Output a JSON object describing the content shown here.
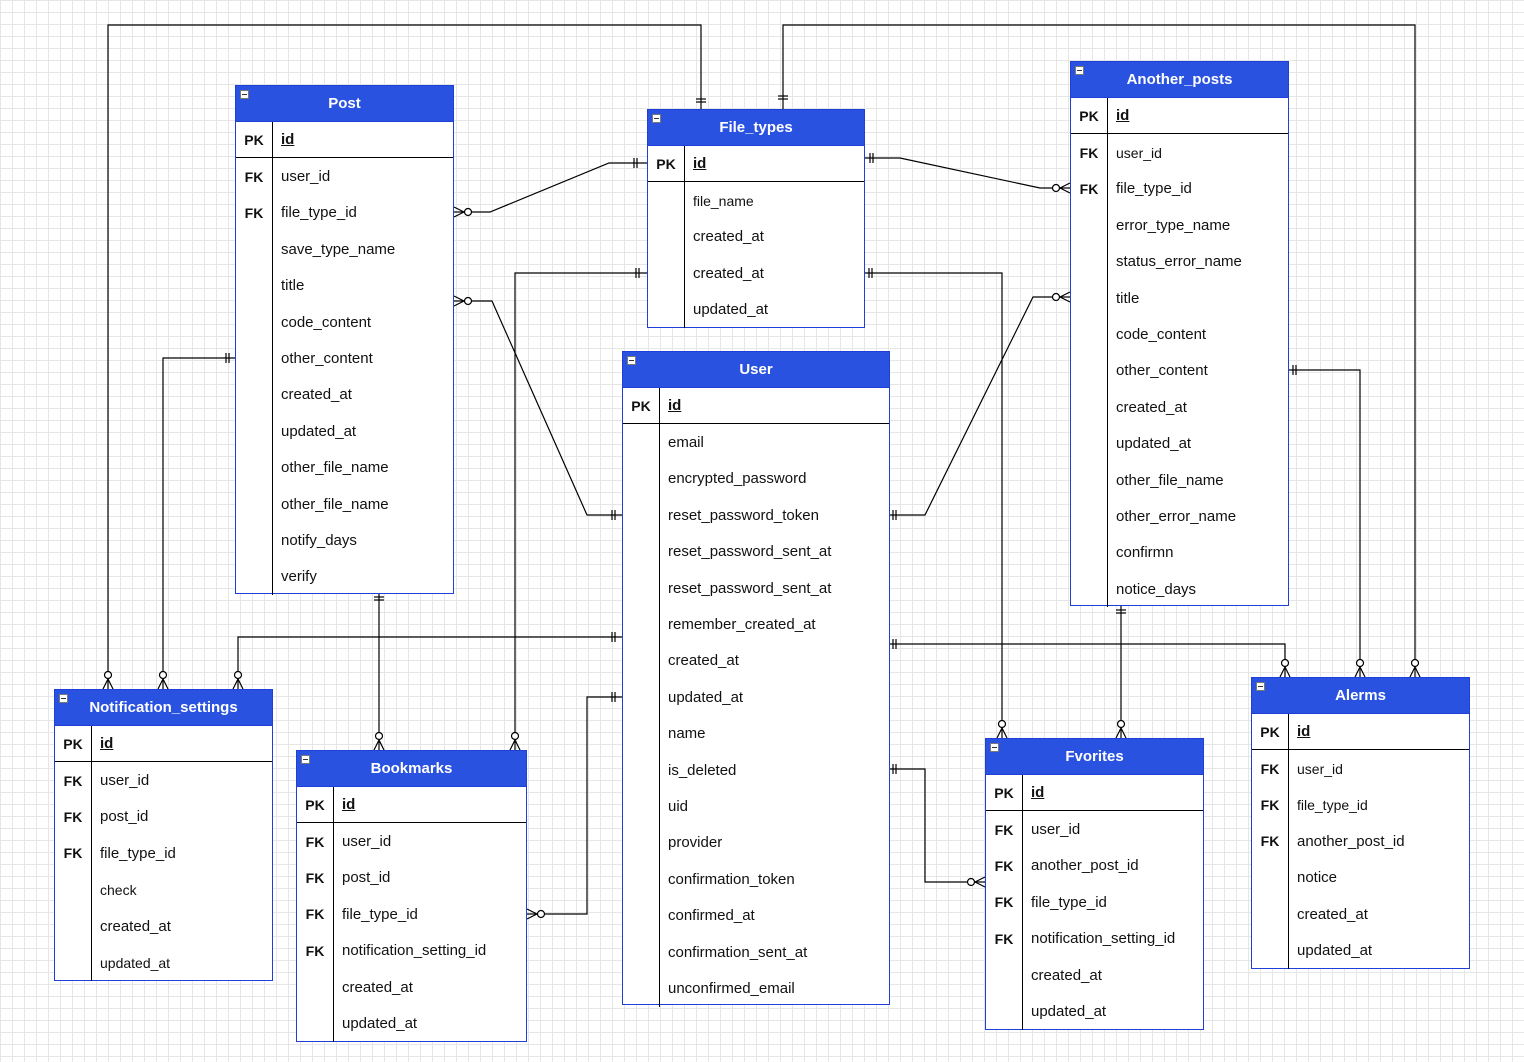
{
  "colors": {
    "header": "#2a52e0",
    "border": "#1f3fd6",
    "line": "#000000"
  },
  "entities": {
    "post": {
      "title": "Post",
      "pk": "id",
      "rows": [
        {
          "key": "FK",
          "name": "user_id"
        },
        {
          "key": "FK",
          "name": "file_type_id"
        },
        {
          "key": "",
          "name": "save_type_name"
        },
        {
          "key": "",
          "name": "title"
        },
        {
          "key": "",
          "name": "code_content"
        },
        {
          "key": "",
          "name": "other_content"
        },
        {
          "key": "",
          "name": "created_at"
        },
        {
          "key": "",
          "name": "updated_at"
        },
        {
          "key": "",
          "name": "other_file_name"
        },
        {
          "key": "",
          "name": "other_file_name"
        },
        {
          "key": "",
          "name": "notify_days"
        },
        {
          "key": "",
          "name": "verify"
        }
      ]
    },
    "file_types": {
      "title": "File_types",
      "pk": "id",
      "rows": [
        {
          "key": "",
          "name": "file_name"
        },
        {
          "key": "",
          "name": "created_at"
        },
        {
          "key": "",
          "name": "created_at"
        },
        {
          "key": "",
          "name": "updated_at"
        }
      ]
    },
    "another_posts": {
      "title": "Another_posts",
      "pk": "id",
      "rows": [
        {
          "key": "FK",
          "name": "user_id"
        },
        {
          "key": "FK",
          "name": "file_type_id"
        },
        {
          "key": "",
          "name": "error_type_name"
        },
        {
          "key": "",
          "name": "status_error_name"
        },
        {
          "key": "",
          "name": "title"
        },
        {
          "key": "",
          "name": "code_content"
        },
        {
          "key": "",
          "name": "other_content"
        },
        {
          "key": "",
          "name": "created_at"
        },
        {
          "key": "",
          "name": "updated_at"
        },
        {
          "key": "",
          "name": "other_file_name"
        },
        {
          "key": "",
          "name": "other_error_name"
        },
        {
          "key": "",
          "name": "confirmn"
        },
        {
          "key": "",
          "name": "notice_days"
        }
      ]
    },
    "user": {
      "title": "User",
      "pk": "id",
      "rows": [
        {
          "key": "",
          "name": "email"
        },
        {
          "key": "",
          "name": "encrypted_password"
        },
        {
          "key": "",
          "name": "reset_password_token"
        },
        {
          "key": "",
          "name": "reset_password_sent_at"
        },
        {
          "key": "",
          "name": "reset_password_sent_at"
        },
        {
          "key": "",
          "name": "remember_created_at"
        },
        {
          "key": "",
          "name": "created_at"
        },
        {
          "key": "",
          "name": "updated_at"
        },
        {
          "key": "",
          "name": "name"
        },
        {
          "key": "",
          "name": "is_deleted"
        },
        {
          "key": "",
          "name": "uid"
        },
        {
          "key": "",
          "name": "provider"
        },
        {
          "key": "",
          "name": "confirmation_token"
        },
        {
          "key": "",
          "name": "confirmed_at"
        },
        {
          "key": "",
          "name": "confirmation_sent_at"
        },
        {
          "key": "",
          "name": "unconfirmed_email"
        }
      ]
    },
    "notification_settings": {
      "title": "Notification_settings",
      "pk": "id",
      "rows": [
        {
          "key": "FK",
          "name": "user_id"
        },
        {
          "key": "FK",
          "name": "post_id"
        },
        {
          "key": "FK",
          "name": "file_type_id"
        },
        {
          "key": "",
          "name": "check"
        },
        {
          "key": "",
          "name": "created_at"
        },
        {
          "key": "",
          "name": "updated_at"
        }
      ]
    },
    "bookmarks": {
      "title": "Bookmarks",
      "pk": "id",
      "rows": [
        {
          "key": "FK",
          "name": "user_id"
        },
        {
          "key": "FK",
          "name": "post_id"
        },
        {
          "key": "FK",
          "name": "file_type_id"
        },
        {
          "key": "FK",
          "name": "notification_setting_id"
        },
        {
          "key": "",
          "name": "created_at"
        },
        {
          "key": "",
          "name": "updated_at"
        }
      ]
    },
    "fvorites": {
      "title": "Fvorites",
      "pk": "id",
      "rows": [
        {
          "key": "FK",
          "name": "user_id"
        },
        {
          "key": "FK",
          "name": "another_post_id"
        },
        {
          "key": "FK",
          "name": "file_type_id"
        },
        {
          "key": "FK",
          "name": "notification_setting_id"
        },
        {
          "key": "",
          "name": "created_at"
        },
        {
          "key": "",
          "name": "updated_at"
        }
      ]
    },
    "alerms": {
      "title": "Alerms",
      "pk": "id",
      "rows": [
        {
          "key": "FK",
          "name": "user_id"
        },
        {
          "key": "FK",
          "name": "file_type_id"
        },
        {
          "key": "FK",
          "name": "another_post_id"
        },
        {
          "key": "",
          "name": "notice"
        },
        {
          "key": "",
          "name": "created_at"
        },
        {
          "key": "",
          "name": "updated_at"
        }
      ]
    }
  }
}
